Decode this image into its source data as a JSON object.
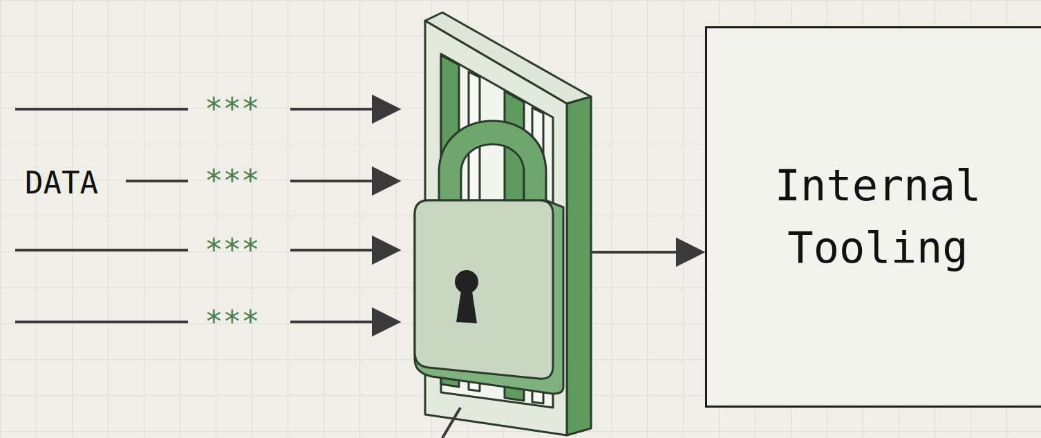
{
  "diagram": {
    "nodes": [
      {
        "text": [
          "Internal Tooling"
        ]
      }
    ],
    "labels": [
      "DATA",
      "***",
      "***",
      "***",
      "***"
    ]
  }
}
